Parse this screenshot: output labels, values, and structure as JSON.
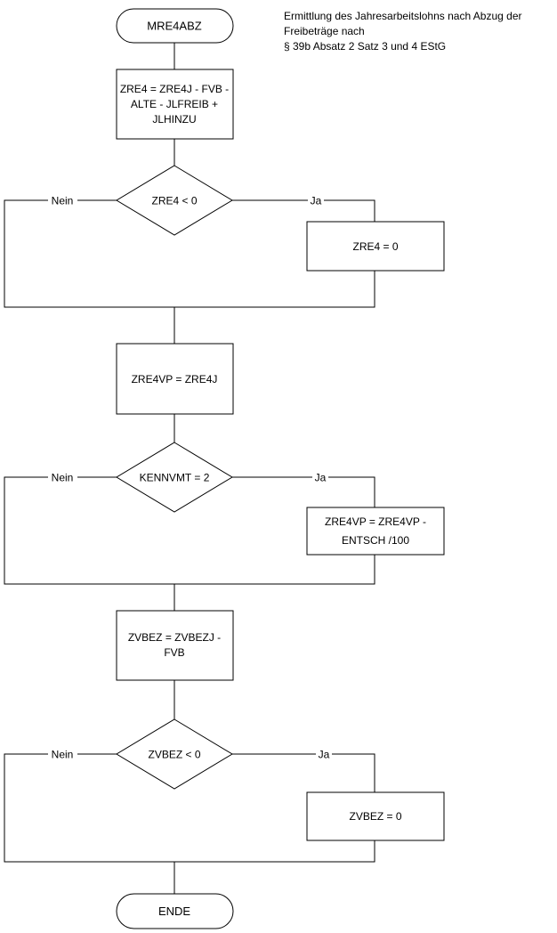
{
  "note": {
    "lines": [
      "Ermittlung des Jahresarbeitslohns nach Abzug der",
      "Freibeträge nach",
      "§ 39b Absatz 2 Satz 3 und 4 EStG"
    ]
  },
  "nodes": {
    "start": {
      "lines": [
        "MRE4ABZ"
      ]
    },
    "calc_zre4": {
      "lines": [
        "ZRE4 = ZRE4J - FVB -",
        "ALTE - JLFREIB  +",
        "JLHINZU"
      ]
    },
    "decision_zre4": {
      "lines": [
        "ZRE4 < 0"
      ]
    },
    "set_zre4_zero": {
      "lines": [
        "ZRE4 = 0"
      ]
    },
    "calc_zre4vp": {
      "lines": [
        "ZRE4VP = ZRE4J"
      ]
    },
    "decision_kennvmt": {
      "lines": [
        "KENNVMT = 2"
      ]
    },
    "calc_zre4vp_entsch": {
      "lines": [
        "ZRE4VP = ZRE4VP -",
        "ENTSCH /100"
      ]
    },
    "calc_zvbez": {
      "lines": [
        "ZVBEZ = ZVBEZJ -",
        "FVB"
      ]
    },
    "decision_zvbez": {
      "lines": [
        "ZVBEZ < 0"
      ]
    },
    "set_zvbez_zero": {
      "lines": [
        "ZVBEZ = 0"
      ]
    },
    "end": {
      "lines": [
        "ENDE"
      ]
    }
  },
  "edge_labels": {
    "no": "Nein",
    "yes": "Ja"
  },
  "colors": {
    "stroke": "#000000",
    "fill": "#ffffff",
    "text": "#000000"
  }
}
